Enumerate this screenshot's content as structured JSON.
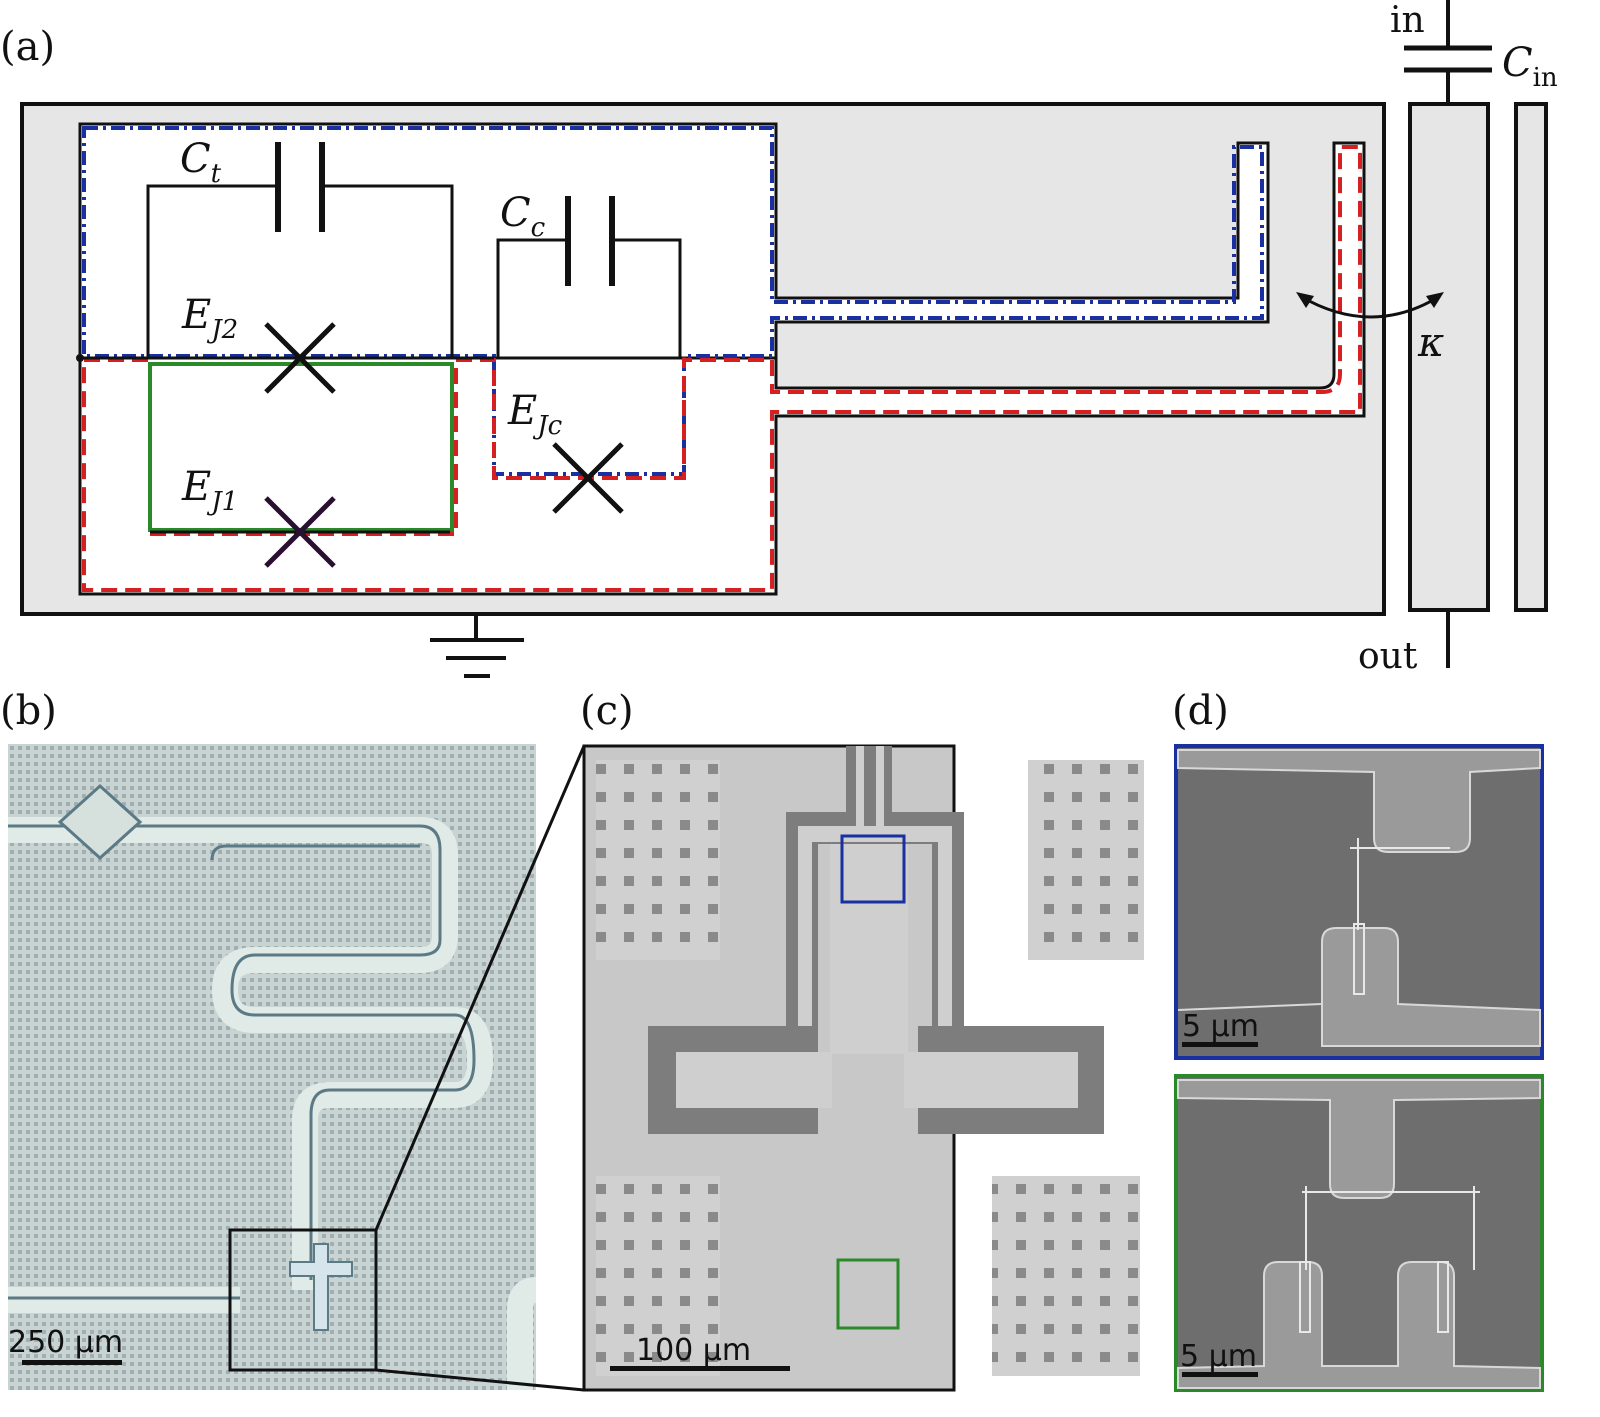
{
  "panels": {
    "a": {
      "label": "(a)"
    },
    "b": {
      "label": "(b)",
      "scalebar": "250 µm"
    },
    "c": {
      "label": "(c)",
      "scalebar": "100 µm"
    },
    "d": {
      "label": "(d)",
      "scalebar_top": "5 µm",
      "scalebar_bottom": "5 µm"
    }
  },
  "circuit": {
    "Ct": {
      "main": "C",
      "sub": "t"
    },
    "Cc": {
      "main": "C",
      "sub": "c"
    },
    "EJ2": {
      "main": "E",
      "sub": "J2"
    },
    "EJ1": {
      "main": "E",
      "sub": "J1"
    },
    "EJc": {
      "main": "E",
      "sub": "Jc"
    },
    "Cin": {
      "main": "C",
      "sub": "in"
    },
    "kappa": "κ",
    "in": "in",
    "out": "out"
  },
  "colors": {
    "blue_loop": "#1a2fa0",
    "red_loop": "#d42020",
    "green_loop": "#2a8a2a",
    "panel_gray": "#e6e6e6",
    "sem_bg": "#6e6e6e",
    "optical_bg": "#b9c7c4"
  }
}
